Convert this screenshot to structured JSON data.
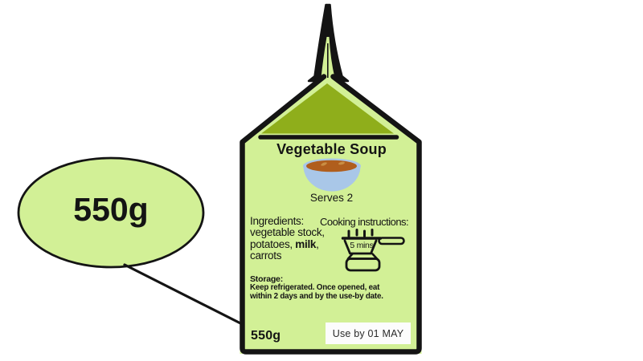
{
  "colors": {
    "background": "#ffffff",
    "carton_green": "#d2f096",
    "carton_top_olive": "#8fae1b",
    "outline": "#141414",
    "bowl_blue": "#a9c7e8",
    "soup_brown": "#b05e1d",
    "soup_veg": "#c98e44",
    "use_by_box": "#fcfcfc"
  },
  "callout": {
    "weight": "550g"
  },
  "carton": {
    "title": "Vegetable Soup",
    "serves": "Serves 2",
    "ingredients": {
      "heading": "Ingredients:",
      "line1": "vegetable stock,",
      "line2_pre": "potatoes, ",
      "line2_bold": "milk",
      "line2_post": ",",
      "line3": "carrots"
    },
    "cooking": {
      "heading": "Cooking instructions:",
      "pan_time": "5 mins"
    },
    "storage": {
      "heading": "Storage:",
      "line1": "Keep refrigerated. Once opened, eat",
      "line2": "within 2 days and by the use-by date."
    },
    "weight": "550g",
    "use_by": "Use by 01 MAY"
  },
  "icons": {
    "soup_bowl": "soup-bowl-icon",
    "saucepan": "saucepan-icon",
    "callout_bubble": "speech-bubble-shape",
    "carton_spout": "carton-spout-fin"
  }
}
